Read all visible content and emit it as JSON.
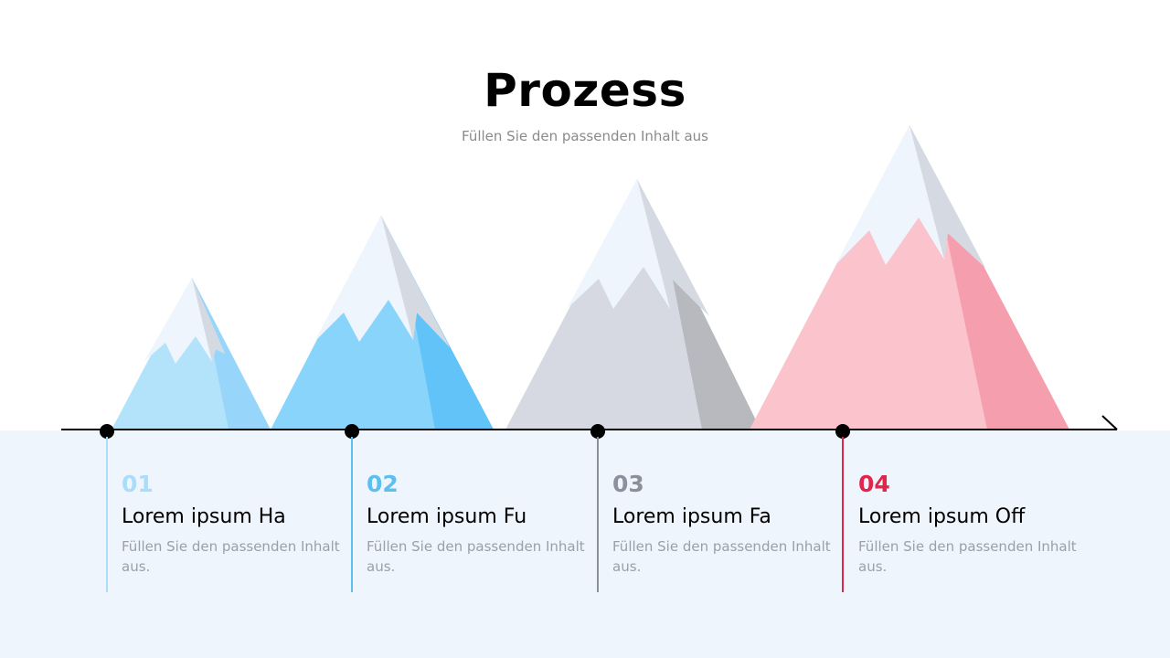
{
  "header": {
    "title": "Prozess",
    "subtitle": "Füllen Sie den passenden Inhalt aus"
  },
  "colors": {
    "snow": "#eef5fd",
    "snow_shadow": "#d5d9e1",
    "background_band": "#eff5fd",
    "timeline": "#000000"
  },
  "steps": [
    {
      "number": "01",
      "title": "Lorem ipsum Ha",
      "description": "Füllen Sie den passenden Inhalt aus.",
      "accent": "#a9ddfa",
      "mountain": {
        "light": "#b3e3fb",
        "mid": "#a4dcfb",
        "dark": "#97d6fa"
      }
    },
    {
      "number": "02",
      "title": "Lorem ipsum Fu",
      "description": "Füllen Sie den passenden Inhalt aus.",
      "accent": "#5cbff0",
      "mountain": {
        "light": "#89d4fb",
        "mid": "#86d3fb",
        "dark": "#62c3f9"
      }
    },
    {
      "number": "03",
      "title": "Lorem ipsum Fa",
      "description": "Füllen Sie den passenden Inhalt aus.",
      "accent": "#8c909c",
      "mountain": {
        "light": "#d6d9e1",
        "mid": "#d4d7df",
        "dark": "#b8b9be"
      }
    },
    {
      "number": "04",
      "title": "Lorem ipsum Off",
      "description": "Füllen Sie den passenden Inhalt aus.",
      "accent": "#e0264a",
      "mountain": {
        "light": "#fbc3cc",
        "mid": "#fbc2cd",
        "dark": "#f59fae"
      }
    }
  ]
}
